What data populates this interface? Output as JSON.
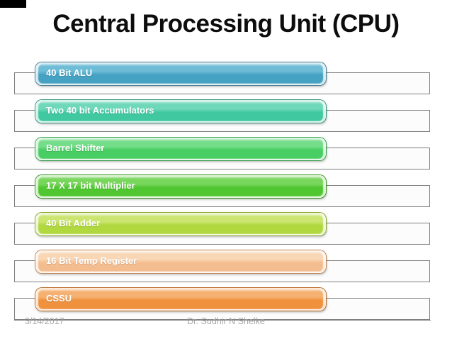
{
  "slide": {
    "title": "Central Processing Unit (CPU)"
  },
  "bars": [
    {
      "label": "40 Bit ALU",
      "base": "#45a2c2",
      "light": "#6ebcd6",
      "dark": "#497e90"
    },
    {
      "label": "Two 40 bit Accumulators",
      "base": "#40c8a1",
      "light": "#6fd8ba",
      "dark": "#3a9478"
    },
    {
      "label": "Barrel Shifter",
      "base": "#48ce63",
      "light": "#74dd89",
      "dark": "#389e4c"
    },
    {
      "label": "17 X 17 bit Multiplier",
      "base": "#50c631",
      "light": "#79d65c",
      "dark": "#3f9427"
    },
    {
      "label": "40 Bit Adder",
      "base": "#b1d83f",
      "light": "#cbe570",
      "dark": "#87a430"
    },
    {
      "label": "16 Bit Temp Register",
      "base": "#f4bd90",
      "light": "#f9d6b4",
      "dark": "#c08a5e"
    },
    {
      "label": "CSSU",
      "base": "#ef913d",
      "light": "#f5b171",
      "dark": "#bb6f2e"
    }
  ],
  "footer": {
    "date": "3/14/2017",
    "author": "Dr. Sudhir N Shelke"
  }
}
